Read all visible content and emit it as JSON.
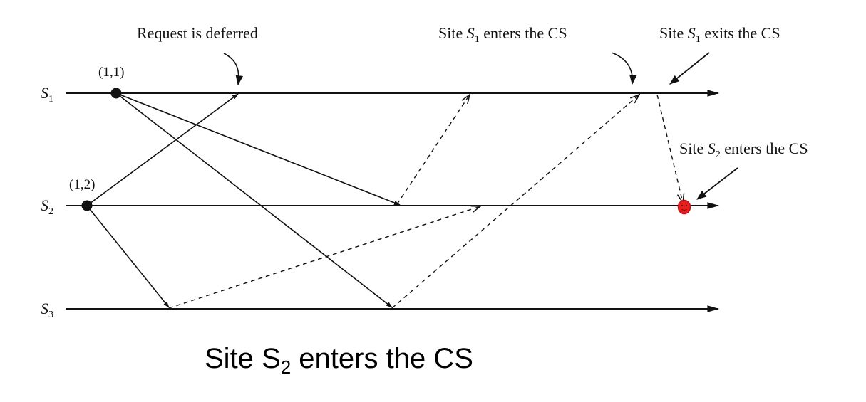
{
  "diagram": {
    "sites": {
      "s1": {
        "name": "S",
        "sub": "1"
      },
      "s2": {
        "name": "S",
        "sub": "2"
      },
      "s3": {
        "name": "S",
        "sub": "3"
      }
    },
    "timestamps": {
      "s1_request": "(1,1)",
      "s2_request": "(1,2)"
    },
    "annotations": {
      "request_deferred": "Request is deferred",
      "s1_enters": {
        "prefix": "Site ",
        "name": "S",
        "sub": "1",
        "suffix": " enters the CS"
      },
      "s1_exits": {
        "prefix": "Site ",
        "name": "S",
        "sub": "1",
        "suffix": " exits the CS"
      },
      "s2_enters": {
        "prefix": "Site ",
        "name": "S",
        "sub": "2",
        "suffix": " enters the CS"
      }
    },
    "highlight_color": "#e8201f"
  },
  "caption": {
    "prefix": "Site S",
    "sub": "2",
    "suffix": " enters the CS"
  }
}
